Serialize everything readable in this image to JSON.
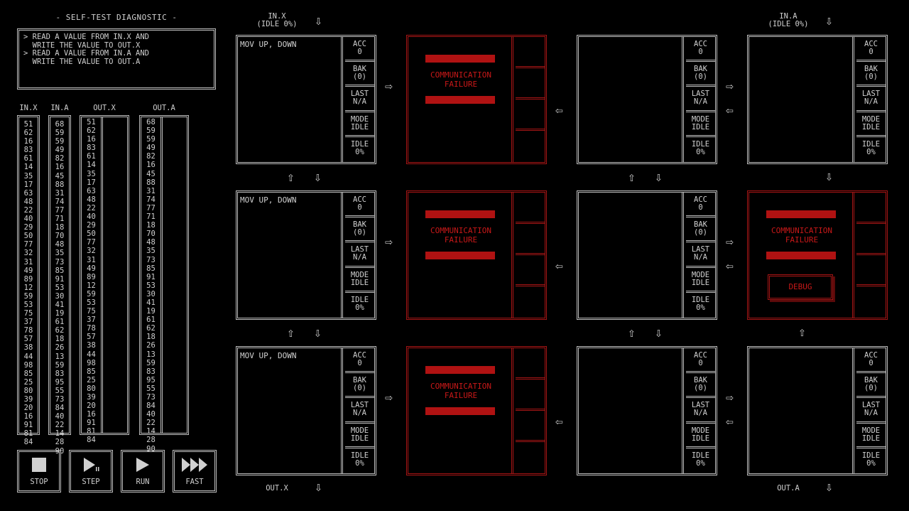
{
  "header": {
    "title": "- SELF-TEST DIAGNOSTIC -"
  },
  "description": {
    "lines": [
      "> READ A VALUE FROM IN.X AND",
      "  WRITE THE VALUE TO OUT.X",
      "> READ A VALUE FROM IN.A AND",
      "  WRITE THE VALUE TO OUT.A"
    ]
  },
  "streams": {
    "in_x": {
      "label": "IN.X",
      "values": [
        "51",
        "62",
        "16",
        "83",
        "61",
        "14",
        "35",
        "17",
        "63",
        "48",
        "22",
        "40",
        "29",
        "50",
        "77",
        "32",
        "31",
        "49",
        "89",
        "12",
        "59",
        "53",
        "75",
        "37",
        "78",
        "57",
        "38",
        "44",
        "98",
        "85",
        "25",
        "80",
        "39",
        "20",
        "16",
        "91",
        "81",
        "84"
      ]
    },
    "in_a": {
      "label": "IN.A",
      "values": [
        "68",
        "59",
        "59",
        "49",
        "82",
        "16",
        "45",
        "88",
        "31",
        "74",
        "77",
        "71",
        "18",
        "70",
        "48",
        "35",
        "73",
        "85",
        "91",
        "53",
        "30",
        "41",
        "19",
        "61",
        "62",
        "18",
        "26",
        "13",
        "59",
        "83",
        "95",
        "55",
        "73",
        "84",
        "40",
        "22",
        "14",
        "28",
        "90"
      ]
    },
    "out_x": {
      "label": "OUT.X",
      "values": [
        "51",
        "62",
        "16",
        "83",
        "61",
        "14",
        "35",
        "17",
        "63",
        "48",
        "22",
        "40",
        "29",
        "50",
        "77",
        "32",
        "31",
        "49",
        "89",
        "12",
        "59",
        "53",
        "75",
        "37",
        "78",
        "57",
        "38",
        "44",
        "98",
        "85",
        "25",
        "80",
        "39",
        "20",
        "16",
        "91",
        "81",
        "84"
      ]
    },
    "out_a": {
      "label": "OUT.A",
      "values": [
        "68",
        "59",
        "59",
        "49",
        "82",
        "16",
        "45",
        "88",
        "31",
        "74",
        "77",
        "71",
        "18",
        "70",
        "48",
        "35",
        "73",
        "85",
        "91",
        "53",
        "30",
        "41",
        "19",
        "61",
        "62",
        "18",
        "26",
        "13",
        "59",
        "83",
        "95",
        "55",
        "73",
        "84",
        "40",
        "22",
        "14",
        "28",
        "90"
      ]
    }
  },
  "controls": {
    "stop": "STOP",
    "step": "STEP",
    "run": "RUN",
    "fast": "FAST"
  },
  "io_labels": {
    "in_x": "IN.X",
    "in_x_idle": "(IDLE 0%)",
    "in_a": "IN.A",
    "in_a_idle": "(IDLE 0%)",
    "out_x": "OUT.X",
    "out_a": "OUT.A"
  },
  "registers": {
    "acc": "ACC",
    "acc_val": "0",
    "bak": "BAK",
    "bak_val": "(0)",
    "last": "LAST",
    "last_val": "N/A",
    "mode": "MODE",
    "mode_val": "IDLE",
    "idle": "IDLE",
    "idle_val": "0%"
  },
  "nodes": {
    "code_r1": "MOV UP, DOWN",
    "code_r2": "MOV UP, DOWN",
    "code_r3": "MOV UP, DOWN"
  },
  "failure": {
    "line1": "COMMUNICATION",
    "line2": "FAILURE",
    "debug": "DEBUG"
  },
  "colors": {
    "background": "#000000",
    "border": "#bdbdbd",
    "failure_red": "#b01212"
  }
}
